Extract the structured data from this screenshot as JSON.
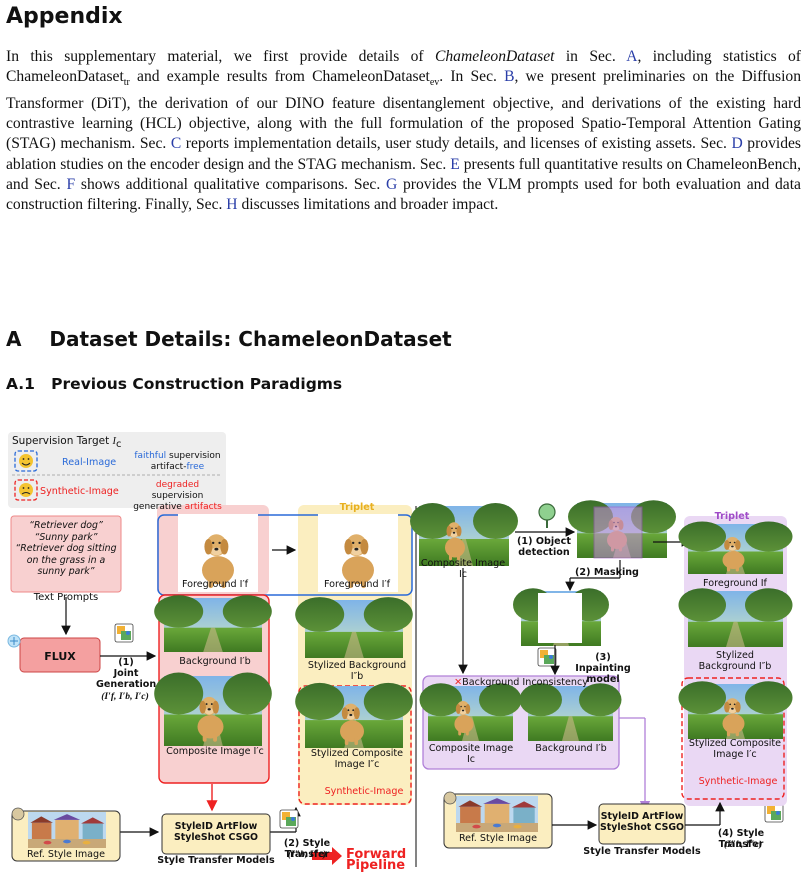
{
  "appendix": {
    "title": "Appendix"
  },
  "intro": {
    "p1": "In this supplementary material, we first provide details of ",
    "dataset_it": "ChameleonDataset",
    "p2": " in Sec. ",
    "ref_a": "A",
    "p3": ", including statistics of ChameleonDataset",
    "sub_tr": "tr",
    "p4": " and example results from ChameleonDataset",
    "sub_ev": "ev",
    "p5": ". In Sec. ",
    "ref_b": "B",
    "p6": ", we present preliminaries on the Diffusion Transformer (DiT), the derivation of our DINO feature disentanglement objective, and derivations of the existing hard contrastive learning (HCL) objective, along with the full formulation of the proposed Spatio-Temporal Attention Gating (STAG) mechanism. Sec. ",
    "ref_c": "C",
    "p7": " reports implementation details, user study details, and licenses of existing assets. Sec. ",
    "ref_d": "D",
    "p8": " provides ablation studies on the encoder design and the STAG mechanism. Sec. ",
    "ref_e": "E",
    "p9": " presents full quantitative results on ChameleonBench, and Sec. ",
    "ref_f": "F",
    "p10": " shows additional qualitative comparisons. Sec. ",
    "ref_g": "G",
    "p11": " provides the VLM prompts used for both evaluation and data construction filtering. Finally, Sec. ",
    "ref_h": "H",
    "p12": " discusses limitations and broader impact."
  },
  "section_a": {
    "num": "A",
    "title": "Dataset Details: ChameleonDataset"
  },
  "section_a1": {
    "num": "A.1",
    "title": "Previous Construction Paradigms"
  },
  "figure": {
    "legend": {
      "title": "Supervision Target ",
      "title_var": "I",
      "title_sub": "c",
      "real_label": "Real-Image",
      "real_desc1a": "faithful",
      "real_desc1b": " supervision",
      "real_desc2a": "artifact-",
      "real_desc2b": "free",
      "syn_label": "Synthetic-Image",
      "syn_desc1a": "degraded",
      "syn_desc1b": " supervision",
      "syn_desc2a": "generative ",
      "syn_desc2b": "artifacts"
    },
    "left": {
      "prompt1": "“Retriever dog”",
      "prompt2": "“Sunny park”",
      "prompt3": "“Retriever dog sitting on the grass in a sunny park”",
      "text_prompts": "Text Prompts",
      "flux": "FLUX",
      "step1": "(1)\nJoint\nGeneration",
      "step1_math": "(I′f, I′b, I′c)",
      "triplet": "Triplet",
      "fg1": "Foreground I′f",
      "fg2": "Foreground I′f",
      "bg": "Background I′b",
      "styl_bg": "Stylized Background I″b",
      "comp": "Composite Image I′c",
      "styl_comp": "Stylized Composite Image I″c",
      "synthetic": "Synthetic-Image",
      "ref_style": "Ref. Style Image",
      "models": "StyleID  ArtFlow\nStyleShot  CSGO",
      "models_caption": "Style Transfer Models",
      "step2": "(2) Style Transfer",
      "step2_math": "(I″b, I″c)"
    },
    "right": {
      "comp": "Composite Image Ic",
      "step1": "(1) Object detection",
      "step2": "(2) Masking",
      "step3": "(3) Inpainting model",
      "bg_inconsistency": "Background Inconsistency",
      "comp2": "Composite Image Ic",
      "bg": "Background I′b",
      "triplet": "Triplet",
      "fg": "Foreground If",
      "styl_bg": "Stylized Background I″b",
      "styl_comp": "Stylized Composite Image I′c",
      "synthetic": "Synthetic-Image",
      "ref_style": "Ref. Style Image",
      "models": "StyleID  ArtFlow\nStyleShot  CSGO",
      "models_caption": "Style Transfer Models",
      "step4": "(4) Style Transfer",
      "step4_math": "(I″b, I″c)"
    },
    "forward": "Forward Pipeline",
    "colors": {
      "red": "#e22222",
      "blue": "#2a6ad8",
      "purple": "#a04cc8",
      "pink_bg": "#f8d0d0",
      "yellow_bg": "#fbeec0",
      "lavender_bg": "#ead8f4"
    }
  }
}
